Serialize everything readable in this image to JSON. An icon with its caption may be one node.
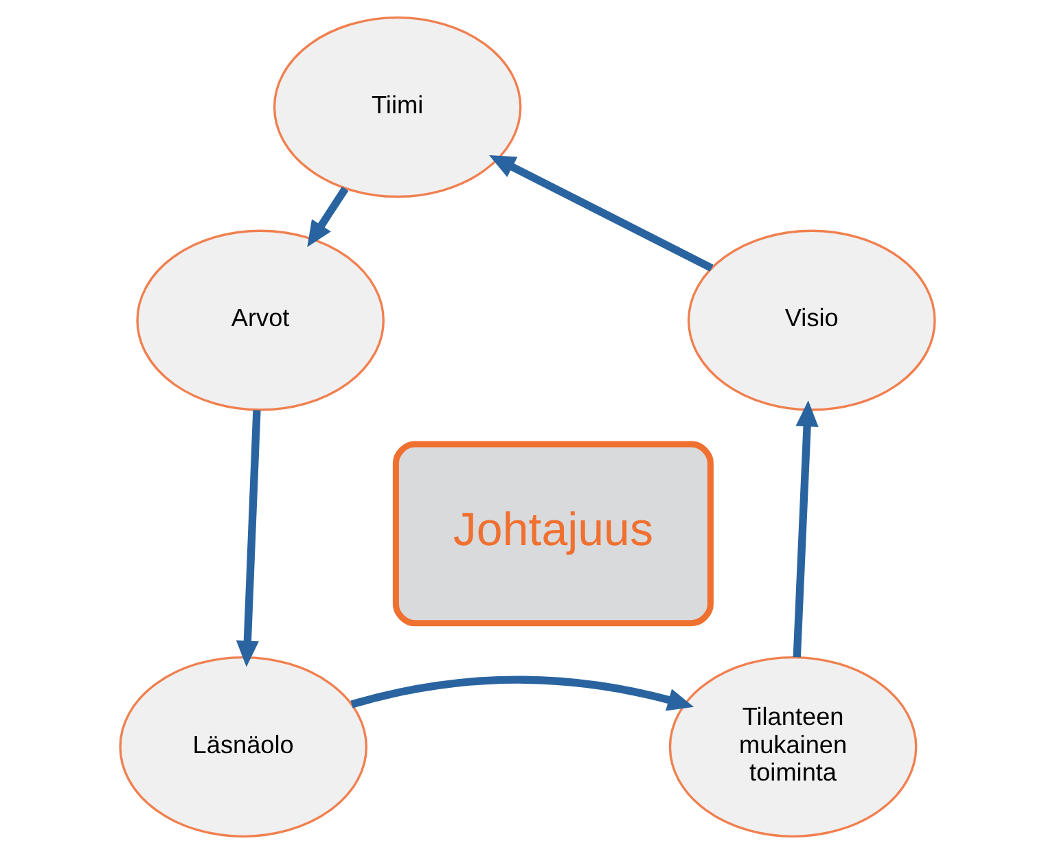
{
  "diagram": {
    "nodes": [
      {
        "text": [
          "Johtajuus"
        ]
      },
      {
        "text": [
          "Tiimi"
        ]
      },
      {
        "text": [
          "Visio"
        ]
      },
      {
        "text": [
          "Tilanteen mukainen toiminta"
        ]
      },
      {
        "text": [
          "Läsnäolo"
        ]
      },
      {
        "text": [
          "Arvot"
        ]
      }
    ],
    "edges": [
      {
        "from": 1,
        "to": 5,
        "arrow": "to"
      },
      {
        "from": 5,
        "to": 4,
        "arrow": "to"
      },
      {
        "from": 4,
        "to": 3,
        "arrow": "to"
      },
      {
        "from": 3,
        "to": 2,
        "arrow": "to"
      },
      {
        "from": 2,
        "to": 1,
        "arrow": "to"
      }
    ]
  }
}
